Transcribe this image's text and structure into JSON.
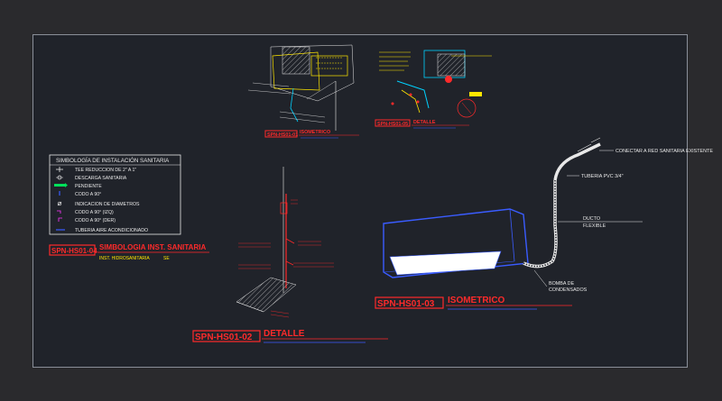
{
  "colors": {
    "app_background": "#2a2a2d",
    "drawing_background": "#20232a",
    "frame_border": "#8a8f99",
    "red": "#ff2a2a",
    "blue": "#3a5cff",
    "yellow": "#ffe600",
    "white": "#e8e8e8",
    "cyan": "#00d2ff",
    "green": "#00e05a",
    "magenta": "#ff38ff"
  },
  "legend": {
    "header": "SIMBOLOGÍA DE INSTALACIÓN SANITARIA",
    "items": [
      {
        "symbol": "tee-icon",
        "label": "TEE REDUCCION DE 2\" A 1\""
      },
      {
        "symbol": "discharge-icon",
        "label": "DESCARGA SANITARIA"
      },
      {
        "symbol": "slope-arrow-icon",
        "label": "PENDIENTE"
      },
      {
        "symbol": "elbow-90-icon",
        "label": "CODO A 90°"
      },
      {
        "symbol": "diameter-icon",
        "label": "INDICACION DE DIAMETROS"
      },
      {
        "symbol": "elbow-left-icon",
        "label": "CODO A 90° (IZQ)"
      },
      {
        "symbol": "elbow-right-icon",
        "label": "CODO A 90° (DER)"
      },
      {
        "symbol": "ac-pipe-icon",
        "label": "TUBERIA AIRE ACONDICIONADO"
      }
    ]
  },
  "title_blocks": {
    "legend": {
      "code": "SPN-HS01-04",
      "title": "SIMBOLOGIA INST. SANITARIA",
      "subtitle": "INST. HIDROSANITARIA",
      "scale": "SE"
    },
    "detail_bottom": {
      "code": "SPN-HS01-02",
      "title": "DETALLE"
    },
    "isometric": {
      "code": "SPN-HS01-03",
      "title": "ISOMETRICO"
    },
    "detail_top_left": {
      "code": "SPN-HS01-01",
      "title": "ISOMETRICO"
    },
    "detail_top_right": {
      "code": "SPN-HS01-05",
      "title": "DETALLE"
    }
  },
  "annotations": {
    "connect": "CONECTAR A RED SANITARIA EXISTENTE",
    "pipe": "TUBERIA PVC 3/4\"",
    "duct_line1": "DUCTO",
    "duct_line2": "FLEXIBLE",
    "pump_line1": "BOMBA DE",
    "pump_line2": "CONDENSADOS"
  }
}
